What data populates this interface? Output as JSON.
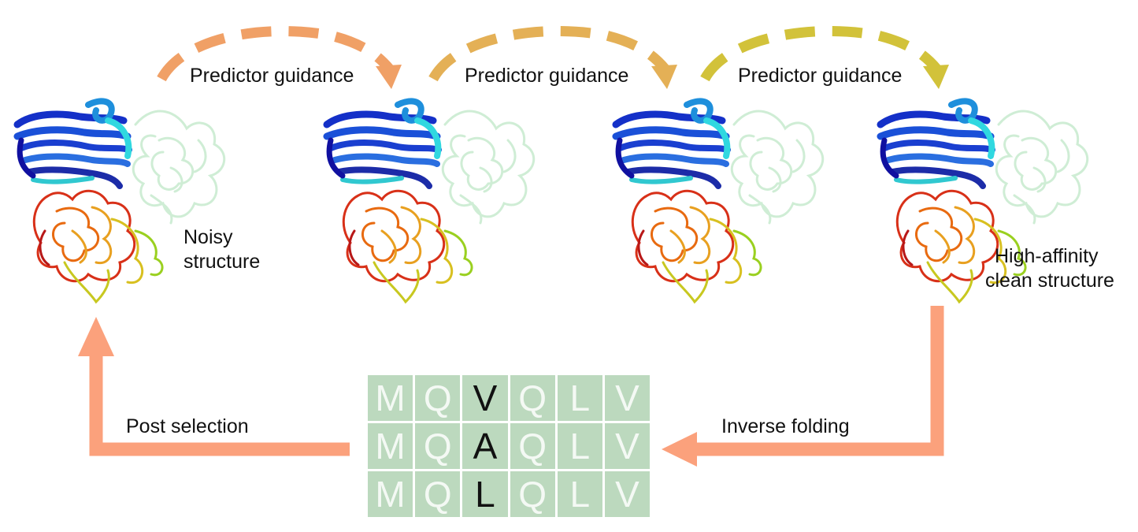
{
  "labels": {
    "guidance_1": "Predictor guidance",
    "guidance_2": "Predictor guidance",
    "guidance_3": "Predictor guidance",
    "noisy_line1": "Noisy",
    "noisy_line2": "structure",
    "clean_line1": "High-affinity",
    "clean_line2": "clean structure",
    "post_selection": "Post selection",
    "inverse_folding": "Inverse folding"
  },
  "sequences": [
    [
      "M",
      "Q",
      "V",
      "Q",
      "L",
      "V"
    ],
    [
      "M",
      "Q",
      "A",
      "Q",
      "L",
      "V"
    ],
    [
      "M",
      "Q",
      "L",
      "Q",
      "L",
      "V"
    ]
  ],
  "mutated_column": 2,
  "colors": {
    "arrow_1": "#f0a066",
    "arrow_2": "#e4b056",
    "arrow_3": "#d2c23a",
    "loop_arrow": "#fba17c",
    "grid_cell": "#bcd9be",
    "cell_text": "#f4f9f4",
    "mutated_text": "#111111"
  }
}
